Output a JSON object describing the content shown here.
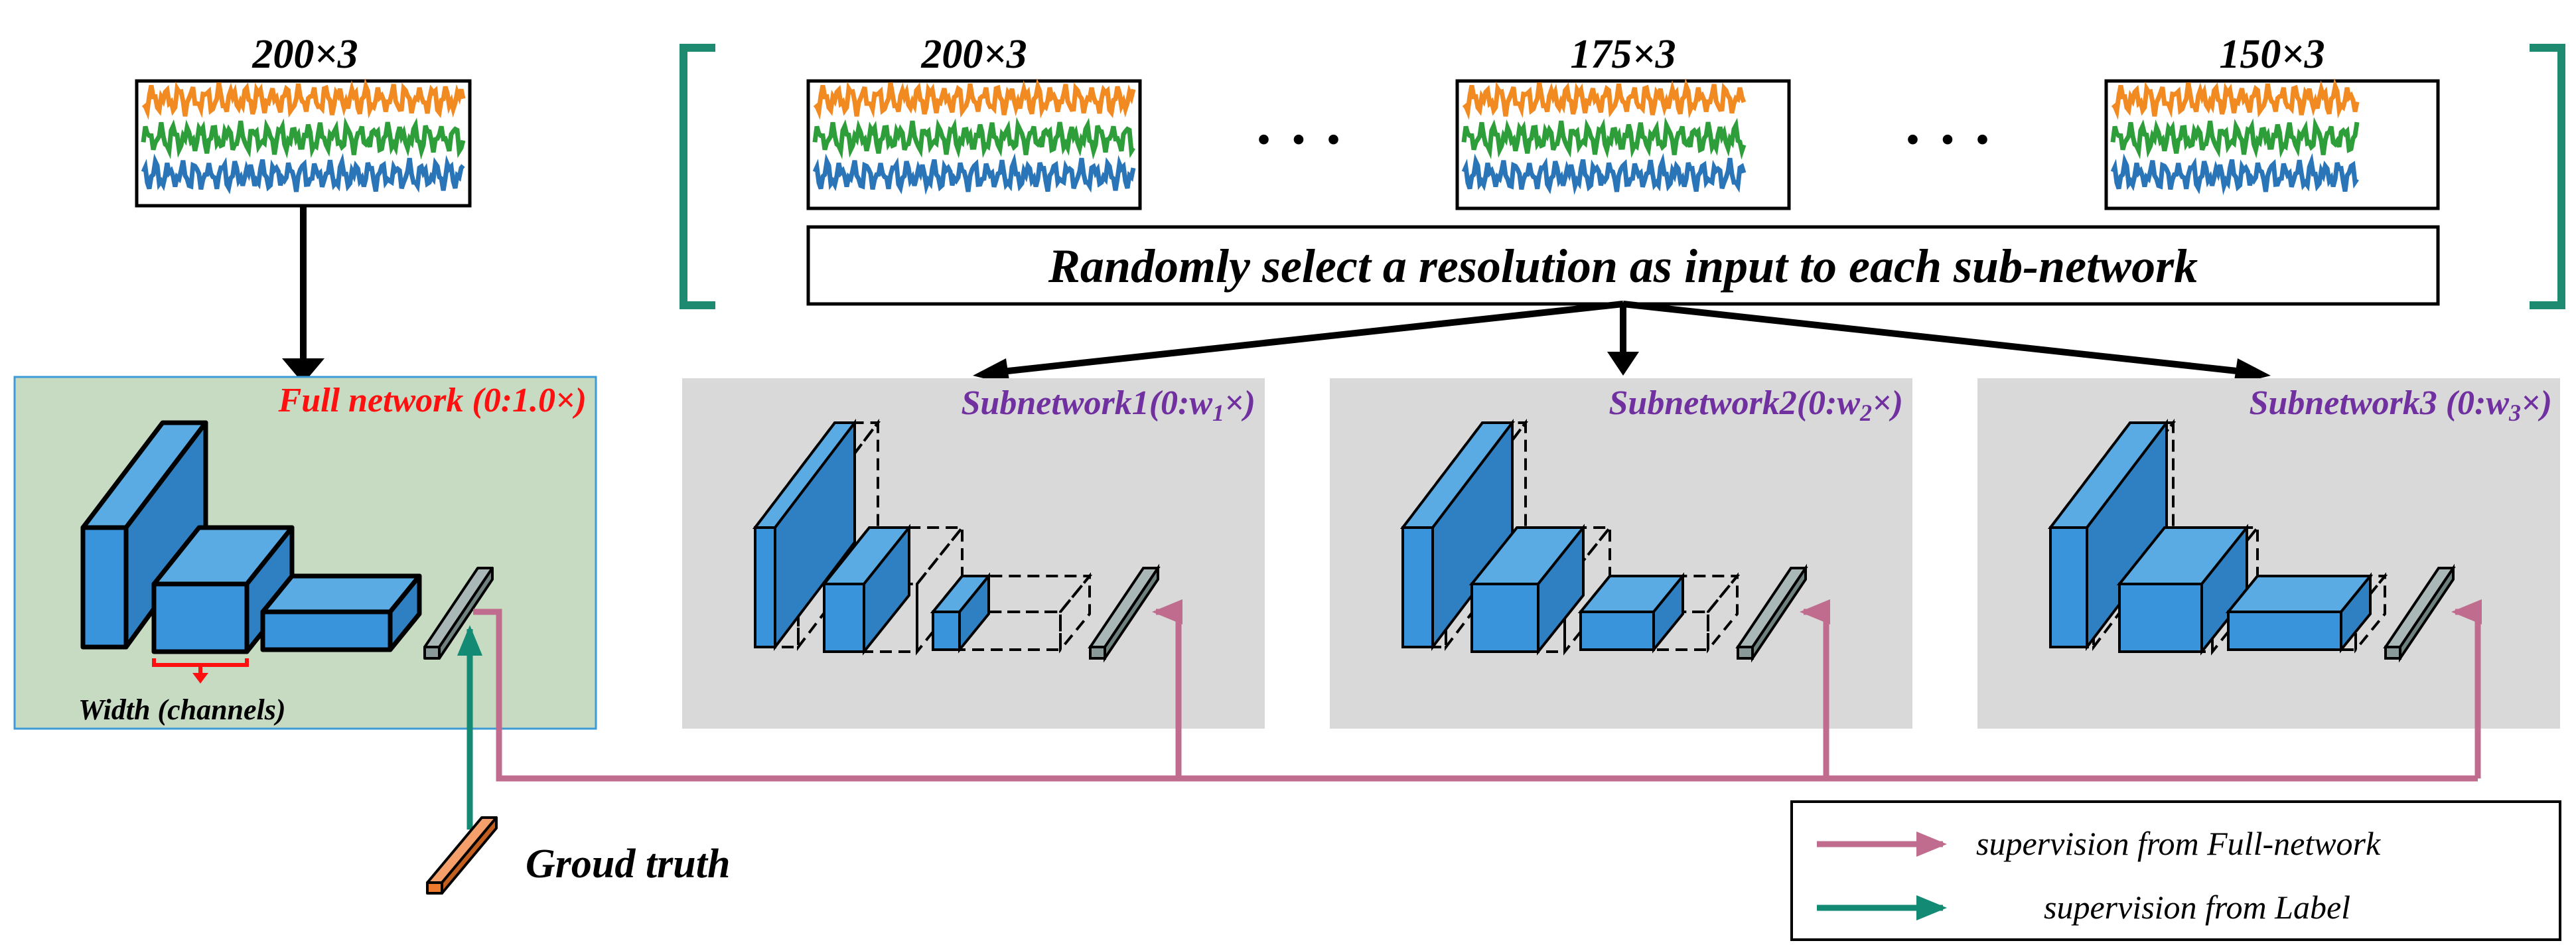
{
  "full": {
    "input_label": "200×3",
    "title": "Full network (0:1.0×)",
    "width_label": "Width (channels)"
  },
  "resolutions": [
    {
      "label": "200×3"
    },
    {
      "label": "175×3"
    },
    {
      "label": "150×3"
    }
  ],
  "ellipsis": "· · ·",
  "select_text": "Randomly select a resolution as input to each sub-network",
  "subnetworks": [
    {
      "prefix": "Subnetwork1(0:w",
      "sub": "1",
      "suffix": "×)"
    },
    {
      "prefix": "Subnetwork2(0:w",
      "sub": "2",
      "suffix": "×)"
    },
    {
      "prefix": "Subnetwork3 (0:w",
      "sub": "3",
      "suffix": "×)"
    }
  ],
  "ground_truth": "Groud truth",
  "legend": {
    "full_network": "supervision from Full-network",
    "label": "supervision from Label"
  },
  "colors": {
    "signal_orange": "#F28A22",
    "signal_green": "#2E9E3A",
    "signal_blue": "#2A74B8",
    "block_blue": "#3A94DC",
    "full_panel_bg": "#C6DBC2",
    "sub_panel_bg": "#D9D9D9",
    "bracket_teal": "#1E8B70",
    "full_label_red": "#FF1010",
    "sub_label_purple": "#7030A0",
    "supervision_pink": "#C06C8E",
    "supervision_teal": "#138A74",
    "ground_truth_orange": "#EE7A2E",
    "output_gray": "#8A9A98"
  }
}
